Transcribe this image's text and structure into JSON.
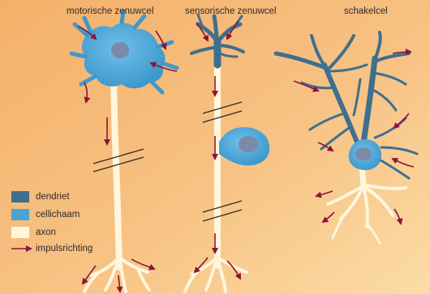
{
  "titles": {
    "motor": "motorische zenuwcel",
    "sensory": "sensorische zenuwcel",
    "inter": "schakelcel"
  },
  "legend": {
    "dendrite": {
      "label": "dendriet",
      "color": "#3f6f8e"
    },
    "cell_body": {
      "label": "cellichaam",
      "color": "#4aa3d6"
    },
    "axon": {
      "label": "axon",
      "color": "#fff6dc"
    },
    "impulse": {
      "label": "impulsrichting",
      "color": "#8a1538"
    }
  },
  "colors": {
    "background_light": "#f9d59a",
    "background_dark": "#f0a860",
    "nucleus": "#7a8aa8"
  }
}
